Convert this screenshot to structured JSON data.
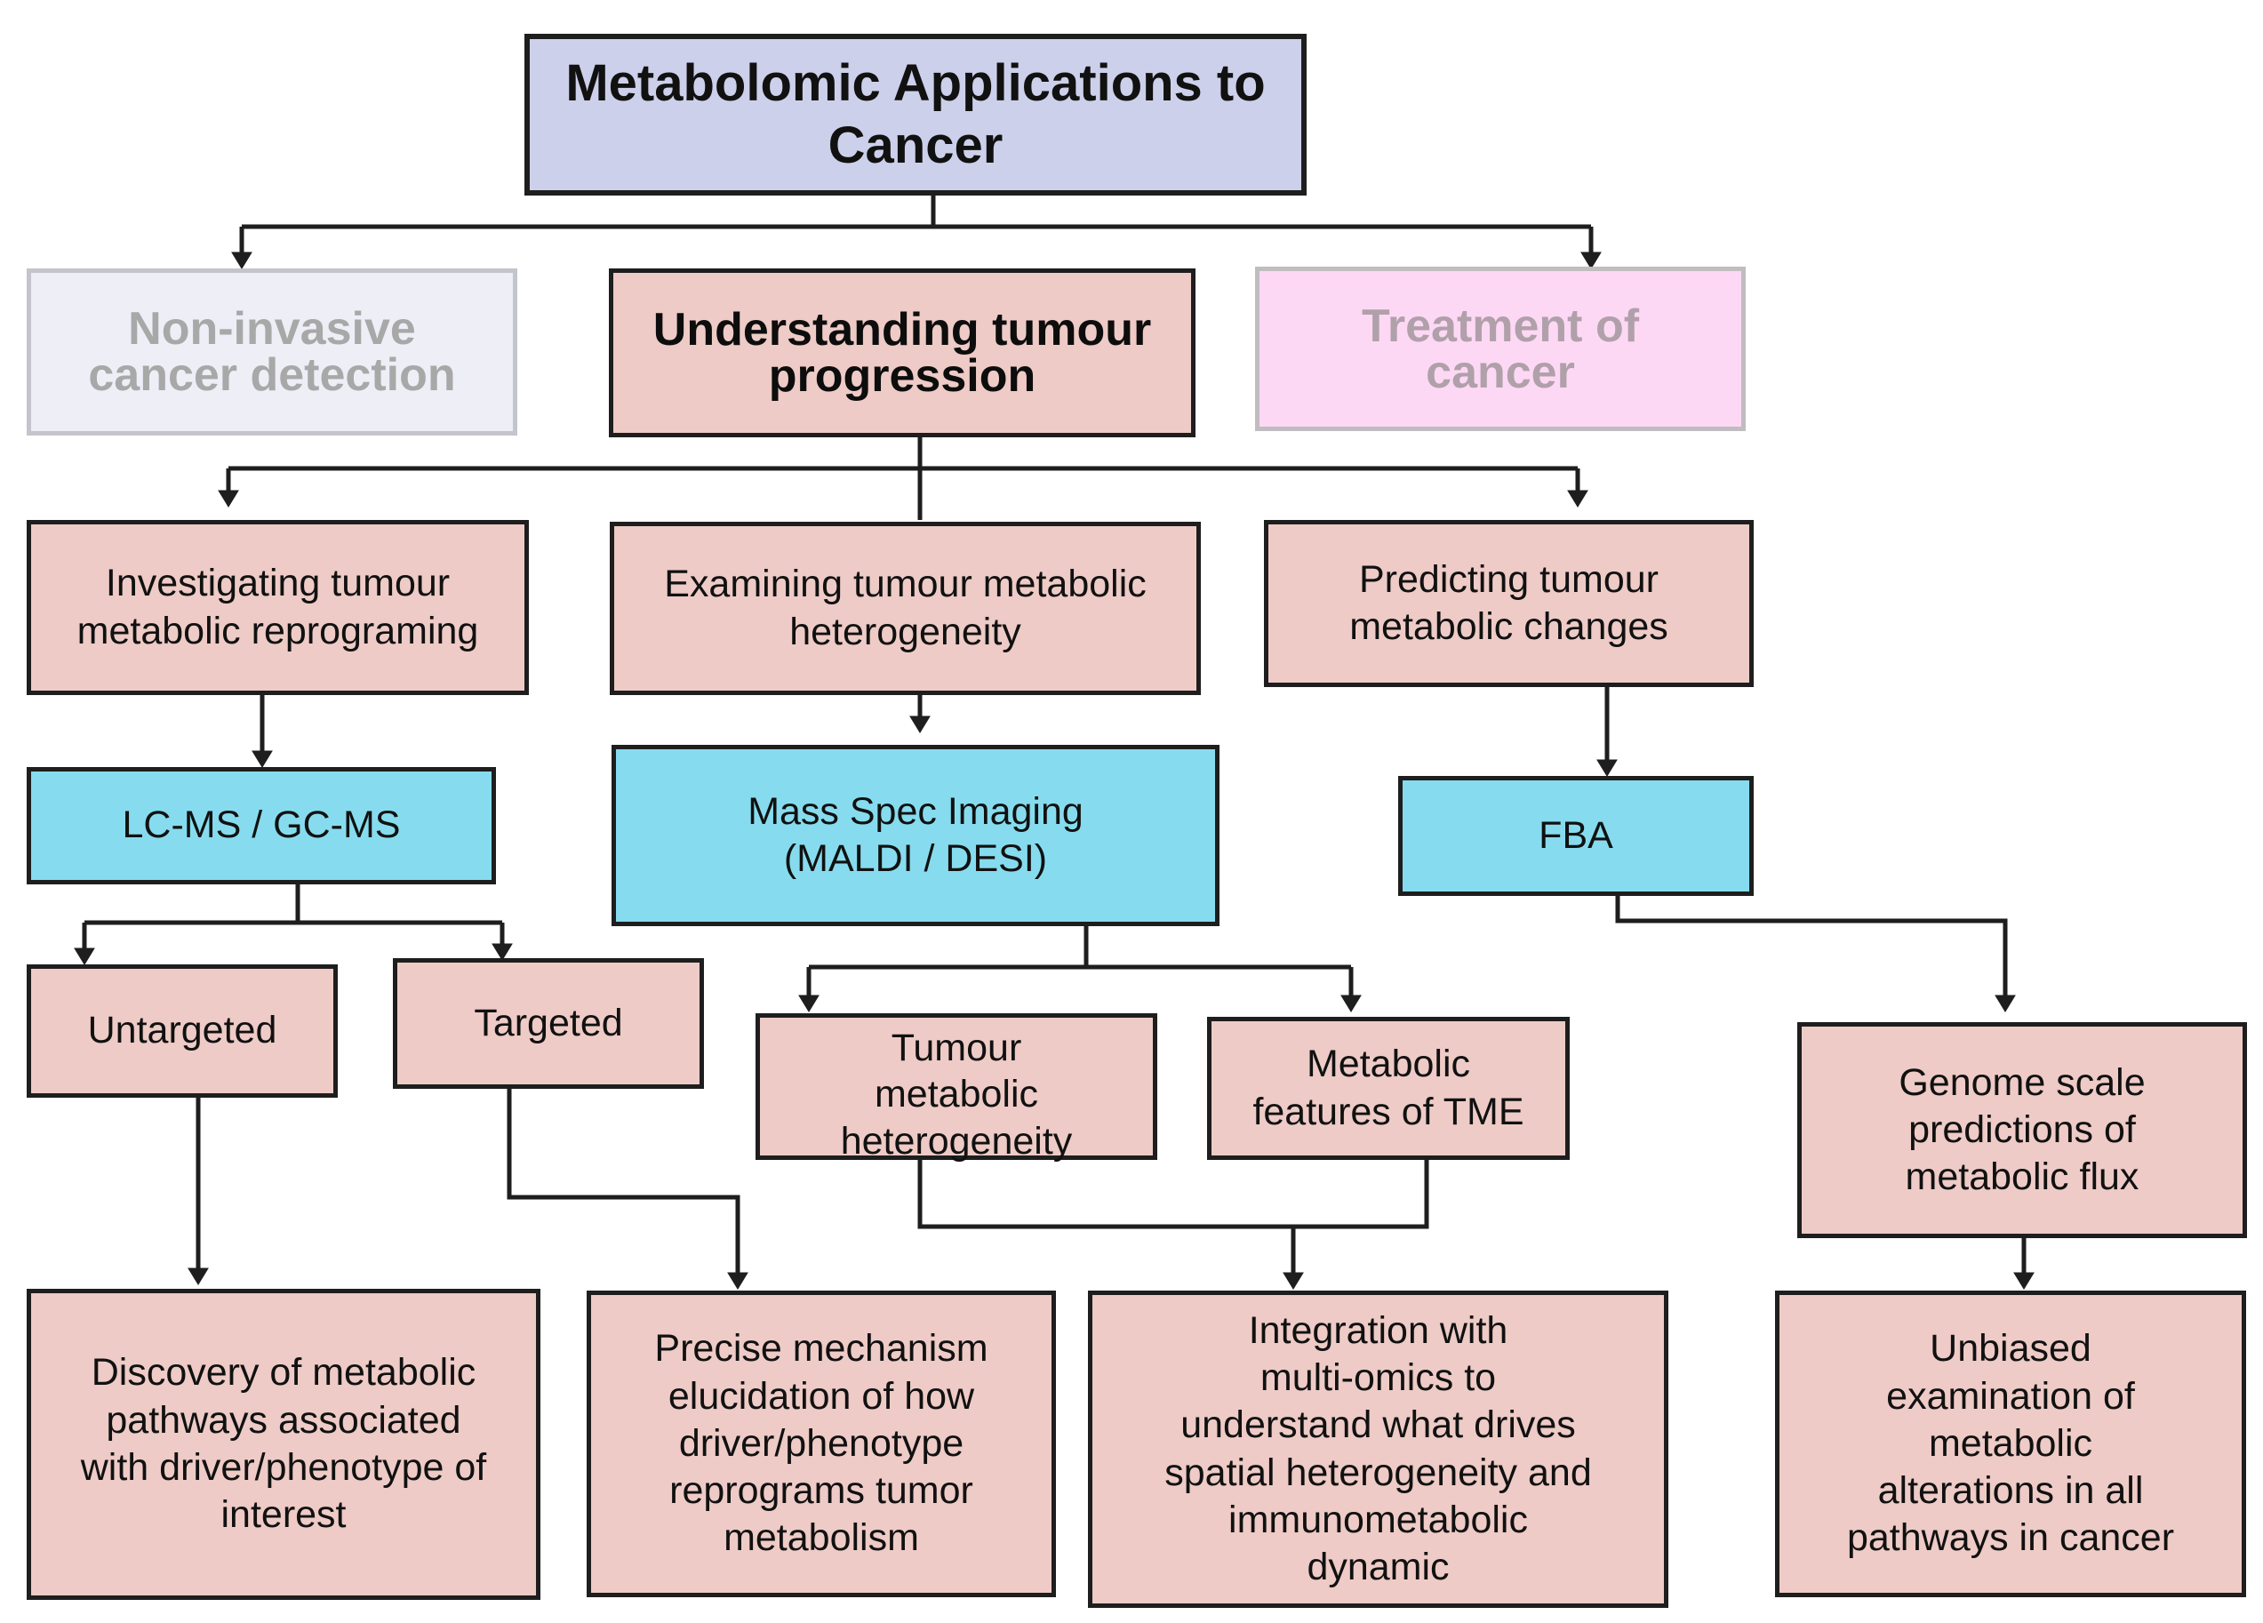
{
  "title": "Metabolomic Applications to\nCancer",
  "level1": {
    "detection": "Non-invasive\ncancer detection",
    "progression": "Understanding tumour\nprogression",
    "treatment": "Treatment of\ncancer"
  },
  "level2": {
    "reprogramming": "Investigating tumour\nmetabolic reprograming",
    "heterogeneity": "Examining tumour metabolic\nheterogeneity",
    "predicting": "Predicting tumour\nmetabolic changes"
  },
  "methods": {
    "lcms": "LC-MS / GC-MS",
    "msi": "Mass Spec Imaging\n(MALDI / DESI)",
    "fba": "FBA"
  },
  "approaches": {
    "untargeted": "Untargeted",
    "targeted": "Targeted",
    "tumour_heterogeneity": "Tumour\nmetabolic\nheterogeneity",
    "tme": "Metabolic\nfeatures of TME",
    "genome_scale": "Genome scale\npredictions of\nmetabolic flux"
  },
  "outcomes": {
    "discovery": "Discovery of metabolic\npathways associated\nwith driver/phenotype of\ninterest",
    "precise": "Precise mechanism\nelucidation of how\ndriver/phenotype\nreprograms tumor\nmetabolism",
    "integration": "Integration with\nmulti-omics to\nunderstand what drives\nspatial heterogeneity and\nimmunometabolic\ndynamic",
    "unbiased": "Unbiased\nexamination of\nmetabolic\nalterations in all\npathways in cancer"
  },
  "colors": {
    "title_fill": "#cdd0ea",
    "box_fill": "#eecbc6",
    "method_fill": "#86dcee",
    "faded_detection_fill": "#eeeef7",
    "faded_treatment_fill": "#fdd8f4",
    "line": "#1e1e1e"
  }
}
